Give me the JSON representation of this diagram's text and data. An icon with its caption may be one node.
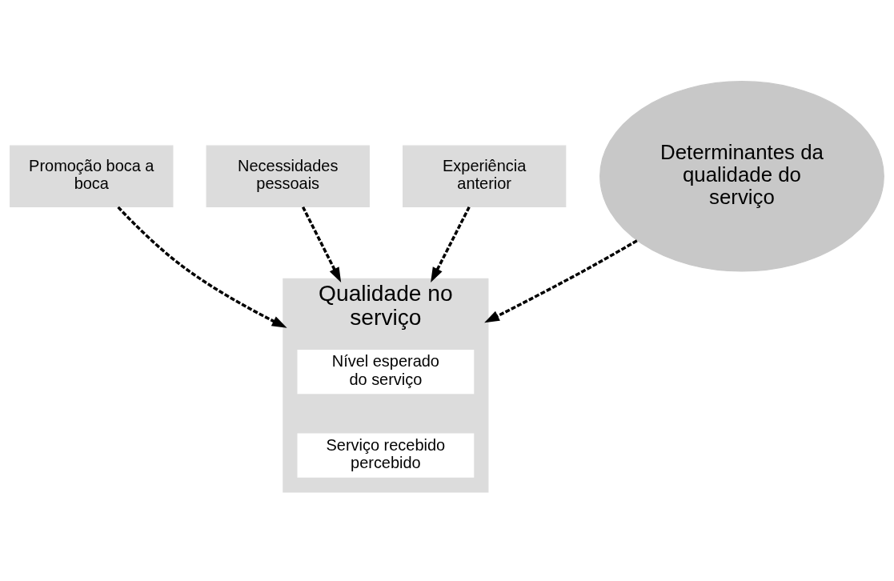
{
  "diagram": {
    "nodes": [
      {
        "text": [
          "Promoção boca a boca"
        ]
      },
      {
        "text": [
          "Necessidades pessoais"
        ]
      },
      {
        "text": [
          "Experiência anterior"
        ]
      },
      {
        "text": [
          "Determinantes da qualidade do serviço"
        ]
      },
      {
        "text": [
          "Qualidade no serviço"
        ]
      },
      {
        "text": [
          "Nível esperado do serviço"
        ],
        "in": 4
      },
      {
        "text": [
          "Serviço recebido percebido"
        ],
        "in": 4
      }
    ],
    "edges": [
      {
        "from": 0,
        "to": 4,
        "arrow": "to",
        "style": "dashed"
      },
      {
        "from": 1,
        "to": 4,
        "arrow": "to",
        "style": "dashed"
      },
      {
        "from": 2,
        "to": 4,
        "arrow": "to",
        "style": "dashed"
      },
      {
        "from": 3,
        "to": 4,
        "arrow": "to",
        "style": "dashed"
      }
    ]
  }
}
